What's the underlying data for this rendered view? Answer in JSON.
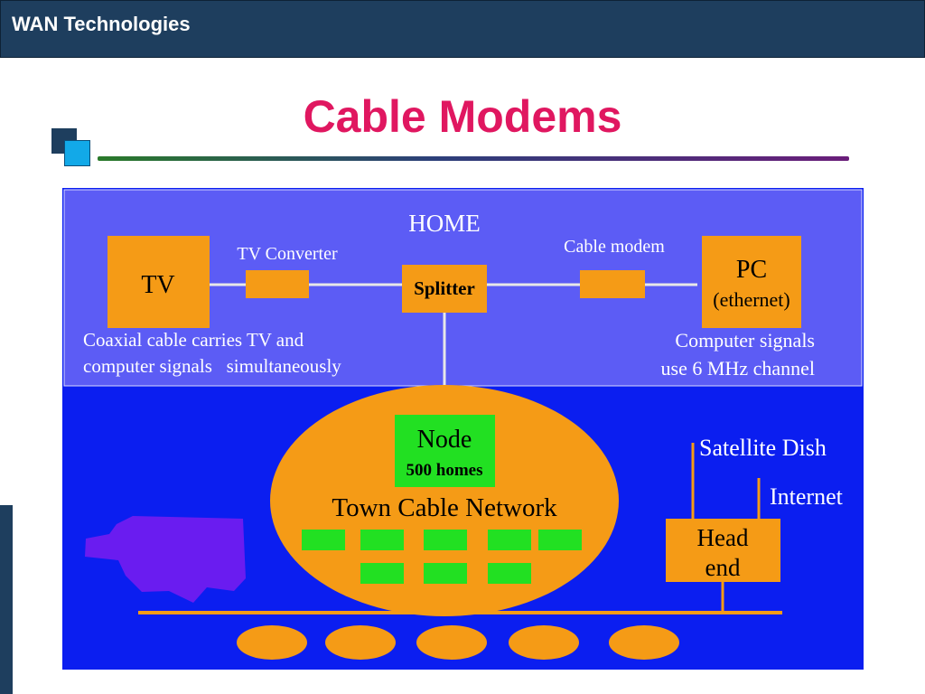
{
  "header": {
    "title": "WAN Technologies"
  },
  "slide": {
    "title": "Cable Modems"
  },
  "diagram": {
    "home_label": "HOME",
    "tv": "TV",
    "tv_converter": "TV Converter",
    "splitter": "Splitter",
    "cable_modem": "Cable modem",
    "pc_line1": "PC",
    "pc_line2": "(ethernet)",
    "coax_note_line1": "Coaxial cable carries TV and",
    "coax_note_line2": "computer signals   simultaneously",
    "signals_note_line1": "Computer signals",
    "signals_note_line2": "use 6 MHz channel",
    "node": "Node",
    "node_homes": "500 homes",
    "town_network": "Town Cable Network",
    "satellite_dish": "Satellite Dish",
    "internet": "Internet",
    "head_end_line1": "Head",
    "head_end_line2": "end"
  },
  "colors": {
    "header_bg": "#1e3e5e",
    "title": "#e01760",
    "diagram_bg": "#0b1ef0",
    "home_panel": "#5c5cf5",
    "orange": "#f59b16",
    "green": "#22e022",
    "purple_blob": "#6a1cf0"
  }
}
